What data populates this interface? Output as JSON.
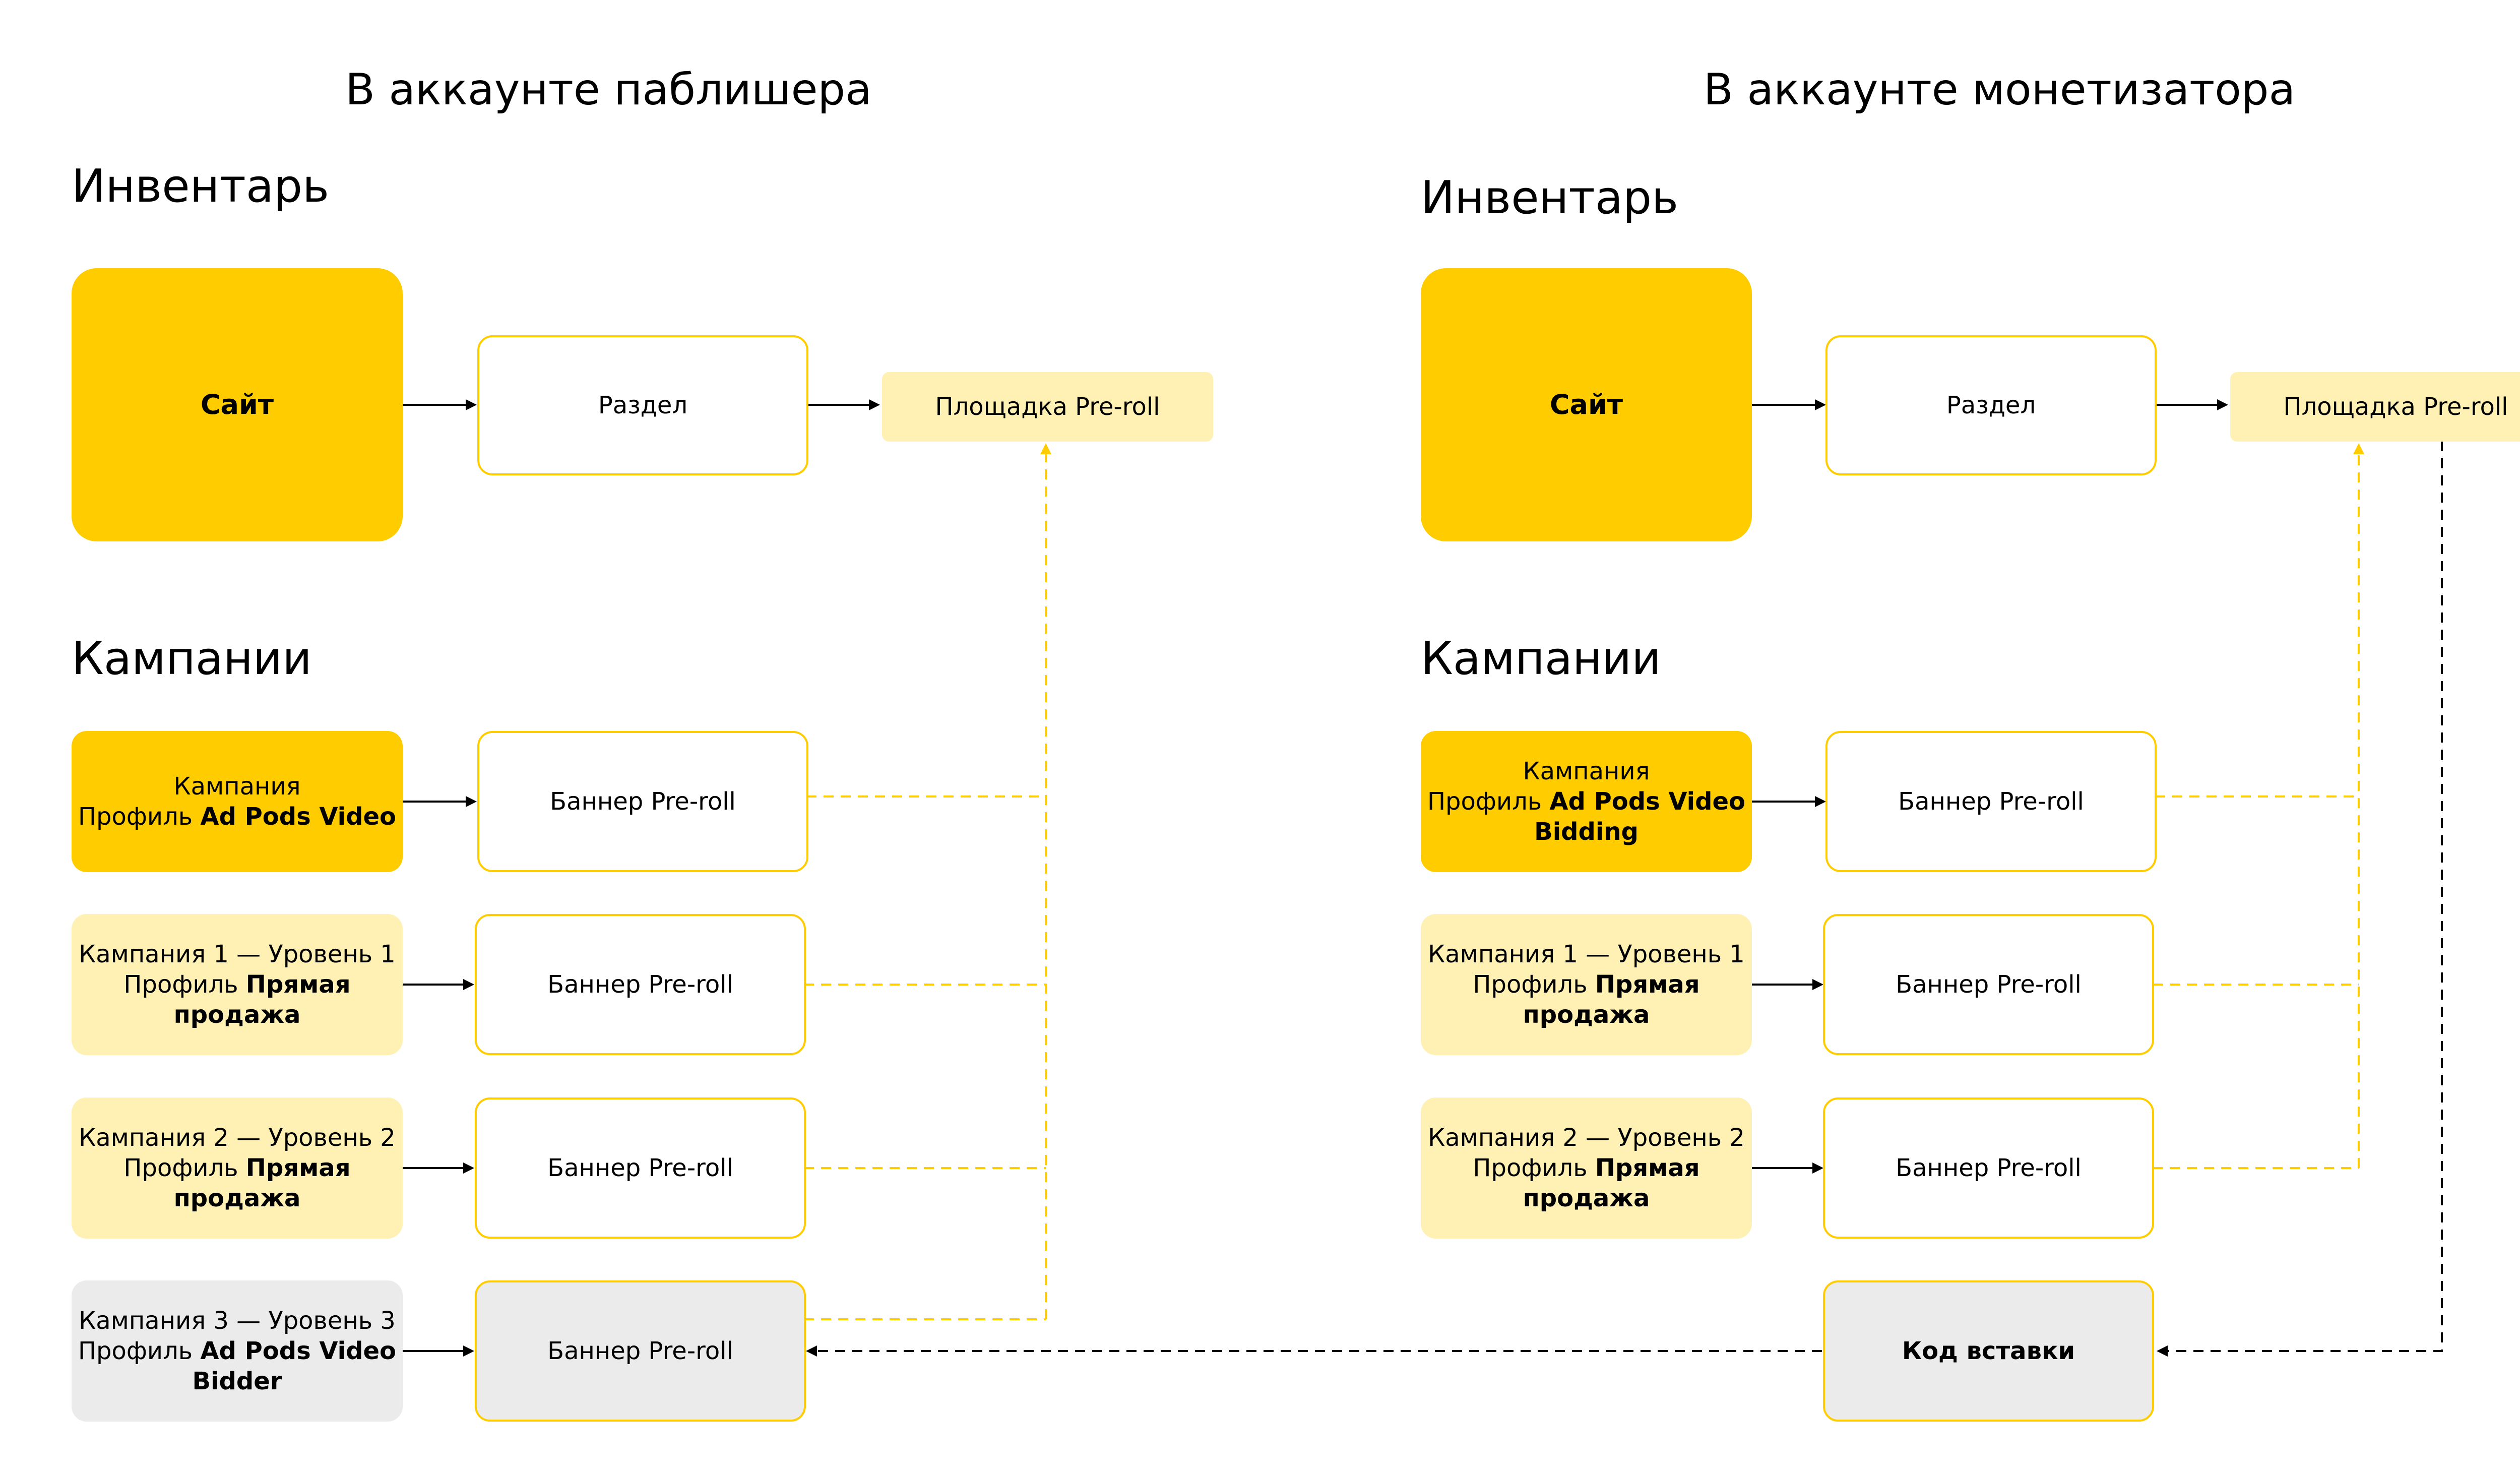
{
  "publisher": {
    "title": "В аккаунте паблишера",
    "inventory_heading": "Инвентарь",
    "campaigns_heading": "Кампании",
    "site": "Сайт",
    "section": "Раздел",
    "placement": "Площадка Pre-roll",
    "campaigns": [
      {
        "line1": "Кампания",
        "profile_prefix": "Профиль",
        "profile_bold": "Ad Pods Video",
        "banner": "Баннер Pre-roll"
      },
      {
        "line1": "Кампания 1 — Уровень 1",
        "profile_prefix": "Профиль",
        "profile_bold": "Прямая",
        "line3": "продажа",
        "banner": "Баннер Pre-roll"
      },
      {
        "line1": "Кампания 2 — Уровень 2",
        "profile_prefix": "Профиль",
        "profile_bold": "Прямая",
        "line3": "продажа",
        "banner": "Баннер Pre-roll"
      },
      {
        "line1": "Кампания 3 — Уровень 3",
        "profile_prefix": "Профиль",
        "profile_bold": "Ad Pods Video",
        "line3": "Bidder",
        "banner": "Баннер Pre-roll"
      }
    ]
  },
  "monetizer": {
    "title": "В аккаунте монетизатора",
    "inventory_heading": "Инвентарь",
    "campaigns_heading": "Кампании",
    "site": "Сайт",
    "section": "Раздел",
    "placement": "Площадка Pre-roll",
    "campaigns": [
      {
        "line1": "Кампания",
        "profile_prefix": "Профиль",
        "profile_bold": "Ad Pods Video",
        "line3": "Bidding",
        "banner": "Баннер Pre-roll"
      },
      {
        "line1": "Кампания 1 — Уровень 1",
        "profile_prefix": "Профиль",
        "profile_bold": "Прямая",
        "line3": "продажа",
        "banner": "Баннер Pre-roll"
      },
      {
        "line1": "Кампания 2 — Уровень 2",
        "profile_prefix": "Профиль",
        "profile_bold": "Прямая",
        "line3": "продажа",
        "banner": "Баннер Pre-roll"
      }
    ],
    "embed_code": "Код вставки"
  },
  "colors": {
    "brand_yellow": "#ffcc00",
    "light_yellow": "#fff0b3",
    "gray": "#ebebeb",
    "dashed_yellow": "#ffcc00",
    "dashed_black": "#000000"
  }
}
